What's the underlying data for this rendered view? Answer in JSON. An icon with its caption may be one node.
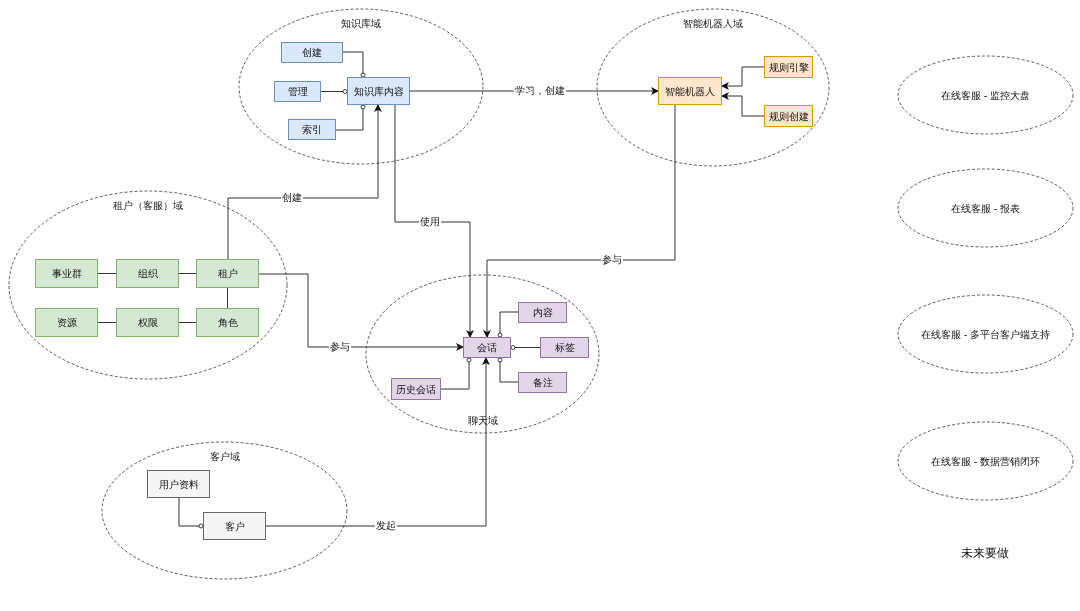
{
  "diagram": {
    "nodes": [
      {
        "text": [
          "知识库域"
        ]
      },
      {
        "text": [
          "创建"
        ],
        "in": 0
      },
      {
        "text": [
          "管理"
        ],
        "in": 0
      },
      {
        "text": [
          "索引"
        ],
        "in": 0
      },
      {
        "text": [
          "知识库内容"
        ],
        "in": 0
      },
      {
        "text": [
          "智能机器人域"
        ]
      },
      {
        "text": [
          "智能机器人"
        ],
        "in": 5
      },
      {
        "text": [
          "规则引擎"
        ],
        "in": 5
      },
      {
        "text": [
          "规则创建"
        ],
        "in": 5
      },
      {
        "text": [
          "租户（客服）域"
        ]
      },
      {
        "text": [
          "事业群"
        ],
        "in": 9
      },
      {
        "text": [
          "组织"
        ],
        "in": 9
      },
      {
        "text": [
          "租户"
        ],
        "in": 9
      },
      {
        "text": [
          "资源"
        ],
        "in": 9
      },
      {
        "text": [
          "权限"
        ],
        "in": 9
      },
      {
        "text": [
          "角色"
        ],
        "in": 9
      },
      {
        "text": [
          "聊天域"
        ]
      },
      {
        "text": [
          "内容"
        ],
        "in": 16
      },
      {
        "text": [
          "会话"
        ],
        "in": 16
      },
      {
        "text": [
          "标签"
        ],
        "in": 16
      },
      {
        "text": [
          "备注"
        ],
        "in": 16
      },
      {
        "text": [
          "历史会话"
        ],
        "in": 16
      },
      {
        "text": [
          "客户域"
        ]
      },
      {
        "text": [
          "用户资料"
        ],
        "in": 22
      },
      {
        "text": [
          "客户"
        ],
        "in": 22
      },
      {
        "text": [
          "在线客服 - 监控大盘"
        ]
      },
      {
        "text": [
          "在线客服 - 报表"
        ]
      },
      {
        "text": [
          "在线客服 - 多平台客户端支持"
        ]
      },
      {
        "text": [
          "在线客服 - 数据营销闭环"
        ]
      }
    ],
    "edges": [
      {
        "from": 1,
        "to": 4,
        "arrow": "other"
      },
      {
        "from": 2,
        "to": 4,
        "arrow": "other"
      },
      {
        "from": 3,
        "to": 4,
        "arrow": "other"
      },
      {
        "from": 4,
        "to": 6,
        "arrow": "to",
        "label": "学习，创建"
      },
      {
        "from": 7,
        "to": 6,
        "arrow": "to"
      },
      {
        "from": 8,
        "to": 6,
        "arrow": "to"
      },
      {
        "from": 12,
        "to": 4,
        "arrow": "to",
        "label": "创建"
      },
      {
        "from": 4,
        "to": 18,
        "arrow": "to",
        "label": "使用"
      },
      {
        "from": 6,
        "to": 18,
        "arrow": "to",
        "label": "参与"
      },
      {
        "from": 12,
        "to": 18,
        "arrow": "to",
        "label": "参与"
      },
      {
        "from": 10,
        "to": 11,
        "arrow": "none"
      },
      {
        "from": 11,
        "to": 12,
        "arrow": "none"
      },
      {
        "from": 12,
        "to": 15,
        "arrow": "none"
      },
      {
        "from": 13,
        "to": 14,
        "arrow": "none"
      },
      {
        "from": 14,
        "to": 15,
        "arrow": "none"
      },
      {
        "from": 17,
        "to": 18,
        "arrow": "other"
      },
      {
        "from": 19,
        "to": 18,
        "arrow": "other"
      },
      {
        "from": 20,
        "to": 18,
        "arrow": "other"
      },
      {
        "from": 21,
        "to": 18,
        "arrow": "other"
      },
      {
        "from": 23,
        "to": 24,
        "arrow": "other"
      },
      {
        "from": 24,
        "to": 18,
        "arrow": "to",
        "label": "发起"
      }
    ],
    "labels": [
      "未来要做"
    ]
  }
}
